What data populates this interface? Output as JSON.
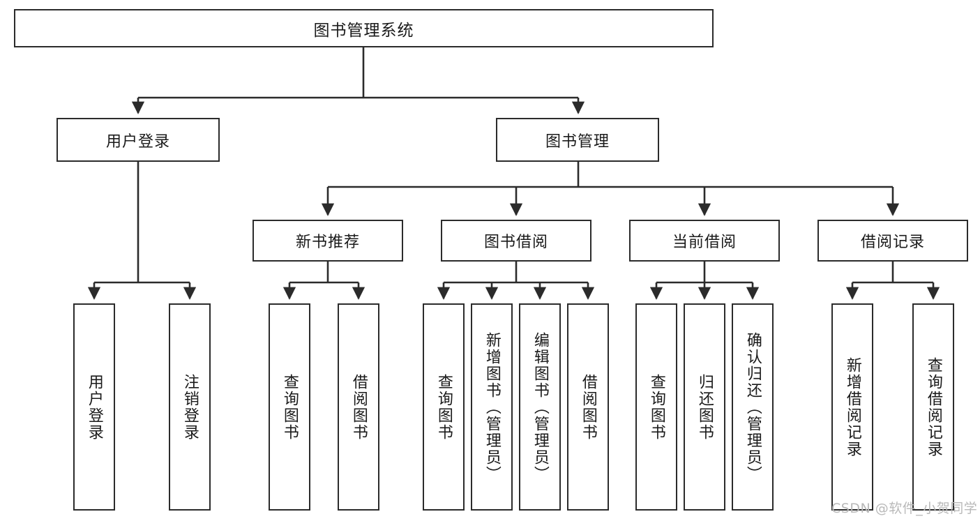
{
  "diagram": {
    "type": "tree-hierarchy-chart",
    "title": "图书管理系统",
    "orientation": "top-down",
    "line_color": "#2b2b2b",
    "box_fill": "#ffffff",
    "text_color": "#1a1a1a"
  },
  "nodes": {
    "root": {
      "label": "图书管理系统",
      "level": 1
    },
    "level2": [
      {
        "id": "user-login",
        "label": "用户登录"
      },
      {
        "id": "book-manage",
        "label": "图书管理"
      }
    ],
    "level3": [
      {
        "id": "new-book-recommend",
        "label": "新书推荐"
      },
      {
        "id": "book-borrow",
        "label": "图书借阅"
      },
      {
        "id": "current-borrow",
        "label": "当前借阅"
      },
      {
        "id": "borrow-record",
        "label": "借阅记录"
      }
    ],
    "leaves": [
      {
        "id": "leaf-user-login",
        "label": "用户登录",
        "parent": "user-login"
      },
      {
        "id": "leaf-logout-login",
        "label": "注销登录",
        "parent": "user-login"
      },
      {
        "id": "leaf-query-book-1",
        "label": "查询图书",
        "parent": "new-book-recommend"
      },
      {
        "id": "leaf-borrow-book-1",
        "label": "借阅图书",
        "parent": "new-book-recommend"
      },
      {
        "id": "leaf-query-book-2",
        "label": "查询图书",
        "parent": "book-borrow"
      },
      {
        "id": "leaf-add-book",
        "label": "新增图书（管理员）",
        "parent": "book-borrow"
      },
      {
        "id": "leaf-edit-book",
        "label": "编辑图书（管理员）",
        "parent": "book-borrow"
      },
      {
        "id": "leaf-borrow-book-2",
        "label": "借阅图书",
        "parent": "book-borrow"
      },
      {
        "id": "leaf-query-book-3",
        "label": "查询图书",
        "parent": "current-borrow"
      },
      {
        "id": "leaf-return-book",
        "label": "归还图书",
        "parent": "current-borrow"
      },
      {
        "id": "leaf-confirm-return",
        "label": "确认归还（管理员）",
        "parent": "current-borrow"
      },
      {
        "id": "leaf-add-record",
        "label": "新增借阅记录",
        "parent": "borrow-record"
      },
      {
        "id": "leaf-query-record",
        "label": "查询借阅记录",
        "parent": "borrow-record"
      }
    ]
  },
  "watermark": {
    "text": "CSDN @软件_小贺同学",
    "color": "#b9b9b9"
  }
}
